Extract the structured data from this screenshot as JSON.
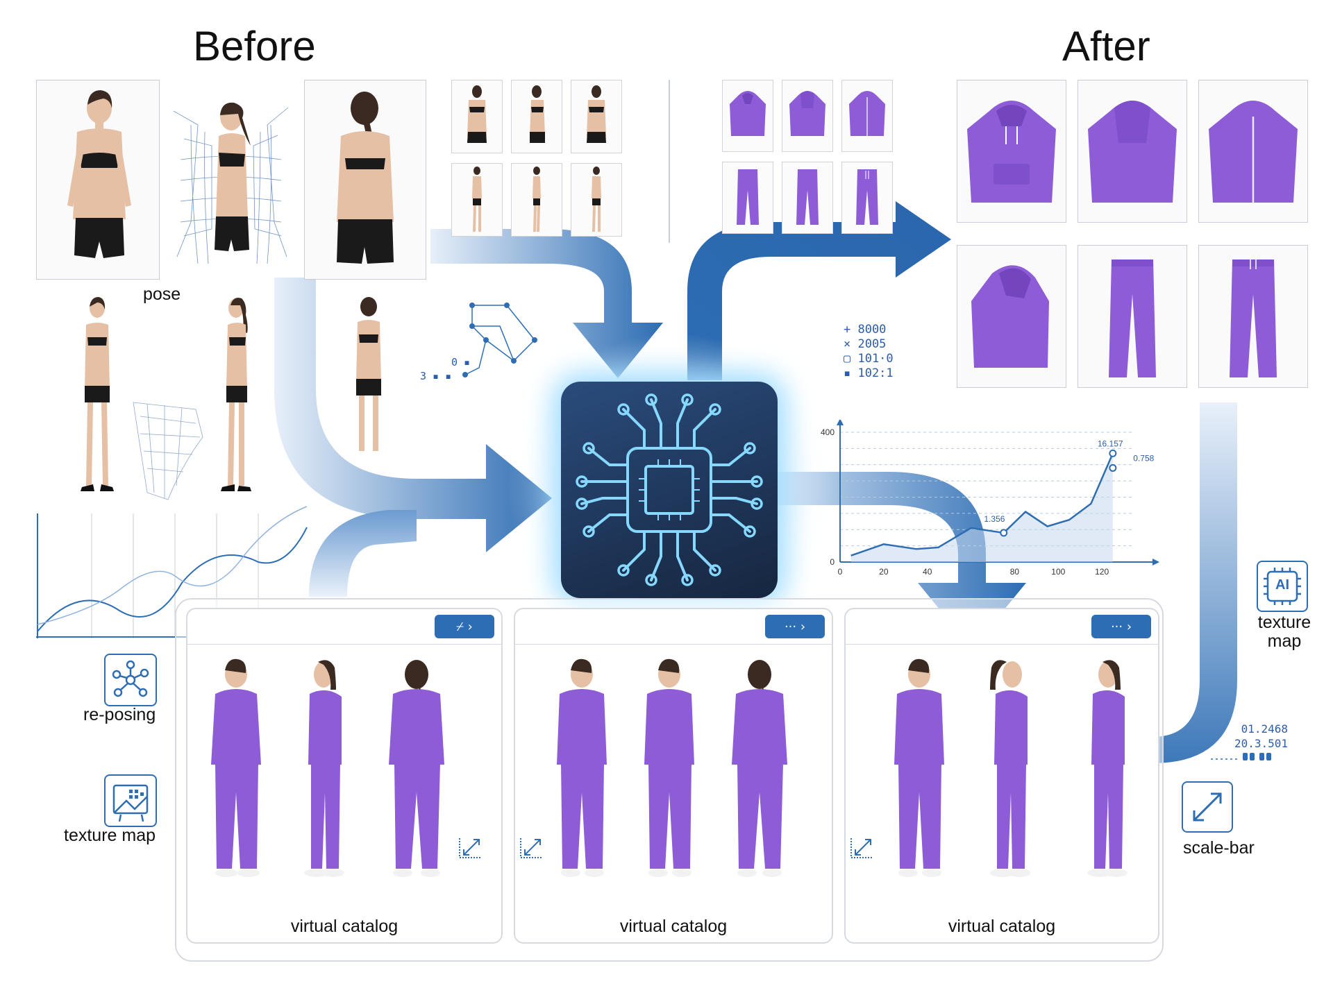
{
  "headings": {
    "before": "Before",
    "after": "After"
  },
  "labels": {
    "pose": "pose",
    "reposing": "re-posing",
    "texture_map_left": "texture map",
    "texture_map_right": "texture\nmap",
    "scale_bar": "scale-bar"
  },
  "ai_badge": "AI",
  "readout": [
    "+ 8000",
    "× 2005",
    "▢ 101·0",
    "▪ 102:1"
  ],
  "small_readout": [
    "0 ▪",
    "3 ▪ ▪"
  ],
  "right_readout": [
    "01.2468",
    "20.3.501"
  ],
  "chart_data": {
    "type": "line",
    "x_ticks": [
      "0",
      "20",
      "40",
      "80",
      "100",
      "120"
    ],
    "y_ticks": [
      "0",
      "400"
    ],
    "series": [
      {
        "values": [
          [
            5,
            20
          ],
          [
            20,
            55
          ],
          [
            35,
            40
          ],
          [
            45,
            45
          ],
          [
            60,
            105
          ],
          [
            75,
            90
          ],
          [
            85,
            155
          ],
          [
            95,
            110
          ],
          [
            105,
            130
          ],
          [
            115,
            180
          ],
          [
            125,
            335
          ]
        ]
      }
    ],
    "annotations": [
      "16.157",
      "0.758",
      "1.356"
    ],
    "colors": {
      "line": "#2f6db3",
      "area": "#c7d8ee"
    }
  },
  "panels": [
    {
      "caption": "virtual catalog",
      "button": "⌿  ›"
    },
    {
      "caption": "virtual catalog",
      "button": "···  ›"
    },
    {
      "caption": "virtual catalog",
      "button": "···  ›"
    }
  ],
  "colors": {
    "accent": "#2d6db3",
    "purple": "#8d5cd6",
    "chip_bg": "#1d3558",
    "chip_glow": "#7fd3ff"
  }
}
